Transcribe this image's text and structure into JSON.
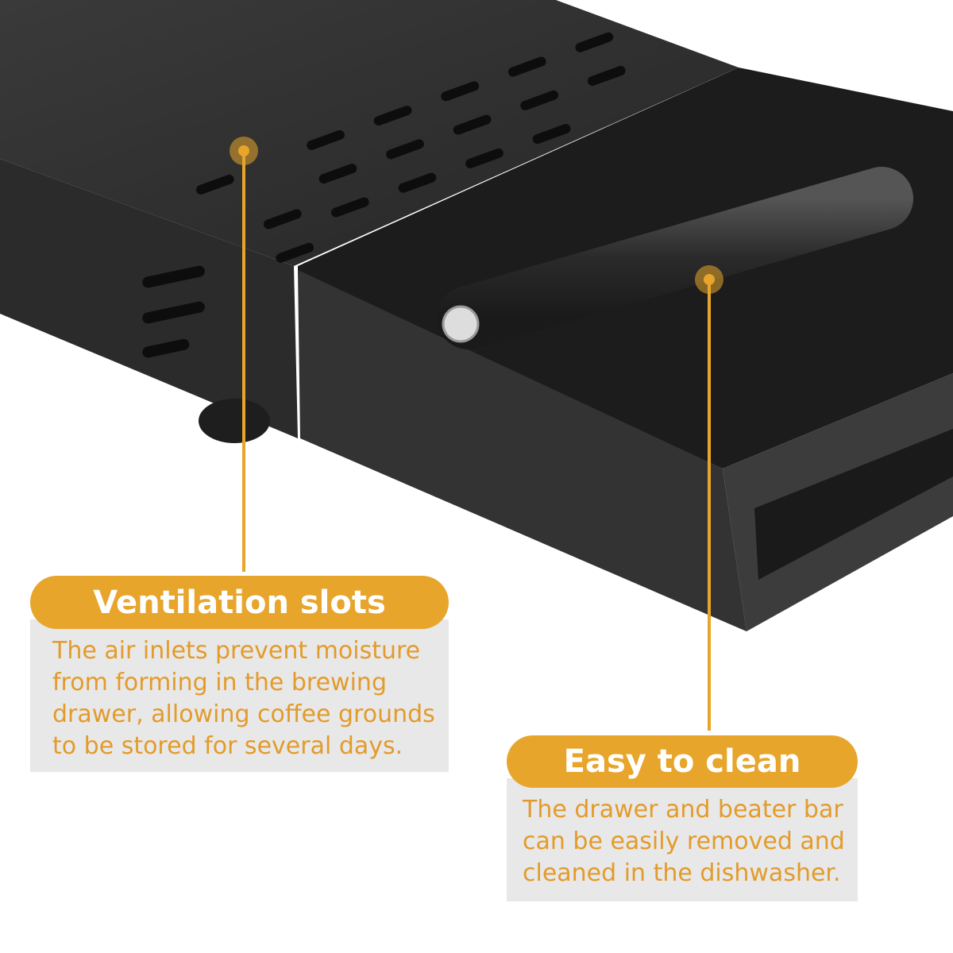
{
  "callouts": [
    {
      "title": "Ventilation slots",
      "lines": [
        "The air inlets prevent moisture",
        "from forming in the brewing",
        "drawer, allowing coffee grounds",
        "to be stored for several days."
      ]
    },
    {
      "title": "Easy to clean",
      "lines": [
        "The drawer and beater bar",
        "can be easily removed and",
        "cleaned in the dishwasher."
      ]
    }
  ],
  "colors": {
    "accent": "#E8A52C",
    "text": "#E39B2A",
    "panel": "#E8E8E8",
    "product": "#2E2E2E"
  }
}
